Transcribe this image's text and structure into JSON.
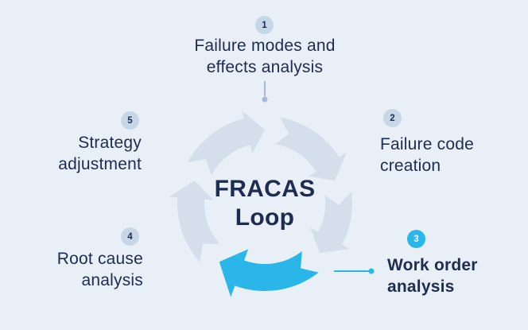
{
  "colors": {
    "bg": "#e9eff6",
    "navy": "#1e2c4f",
    "ring": "#d5dfeb",
    "accent": "#2ab6e8",
    "badge_bg": "#c7d7e8",
    "connector": "#a3b9d4"
  },
  "center": {
    "line1": "FRACAS",
    "line2": "Loop"
  },
  "steps": [
    {
      "num": "1",
      "label": "Failure modes and\neffects analysis",
      "highlighted": false
    },
    {
      "num": "2",
      "label": "Failure code\ncreation",
      "highlighted": false
    },
    {
      "num": "3",
      "label": "Work order\nanalysis",
      "highlighted": true
    },
    {
      "num": "4",
      "label": "Root cause\nanalysis",
      "highlighted": false
    },
    {
      "num": "5",
      "label": "Strategy\nadjustment",
      "highlighted": false
    }
  ]
}
